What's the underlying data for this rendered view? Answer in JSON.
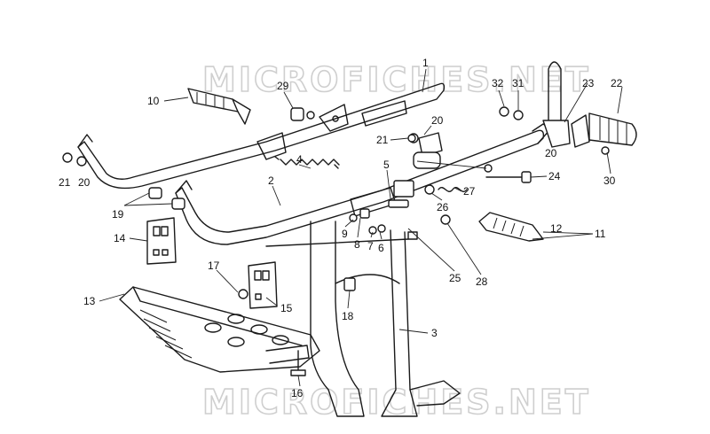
{
  "watermark": {
    "top": "MICROFICHES.NET",
    "bottom": "MICROFICHES.NET"
  },
  "callouts": [
    {
      "id": "1",
      "label": "1"
    },
    {
      "id": "2",
      "label": "2"
    },
    {
      "id": "3",
      "label": "3"
    },
    {
      "id": "4",
      "label": "4"
    },
    {
      "id": "5",
      "label": "5"
    },
    {
      "id": "6",
      "label": "6"
    },
    {
      "id": "7",
      "label": "7"
    },
    {
      "id": "8",
      "label": "8"
    },
    {
      "id": "9",
      "label": "9"
    },
    {
      "id": "10",
      "label": "10"
    },
    {
      "id": "11",
      "label": "11"
    },
    {
      "id": "12",
      "label": "12"
    },
    {
      "id": "13",
      "label": "13"
    },
    {
      "id": "14",
      "label": "14"
    },
    {
      "id": "15",
      "label": "15"
    },
    {
      "id": "16",
      "label": "16"
    },
    {
      "id": "17",
      "label": "17"
    },
    {
      "id": "18",
      "label": "18"
    },
    {
      "id": "19",
      "label": "19"
    },
    {
      "id": "20a",
      "label": "20"
    },
    {
      "id": "20b",
      "label": "20"
    },
    {
      "id": "20c",
      "label": "20"
    },
    {
      "id": "21a",
      "label": "21"
    },
    {
      "id": "21b",
      "label": "21"
    },
    {
      "id": "22",
      "label": "22"
    },
    {
      "id": "23",
      "label": "23"
    },
    {
      "id": "24",
      "label": "24"
    },
    {
      "id": "25",
      "label": "25"
    },
    {
      "id": "26",
      "label": "26"
    },
    {
      "id": "27",
      "label": "27"
    },
    {
      "id": "28",
      "label": "28"
    },
    {
      "id": "29",
      "label": "29"
    },
    {
      "id": "30",
      "label": "30"
    },
    {
      "id": "31",
      "label": "31"
    },
    {
      "id": "32",
      "label": "32"
    }
  ]
}
